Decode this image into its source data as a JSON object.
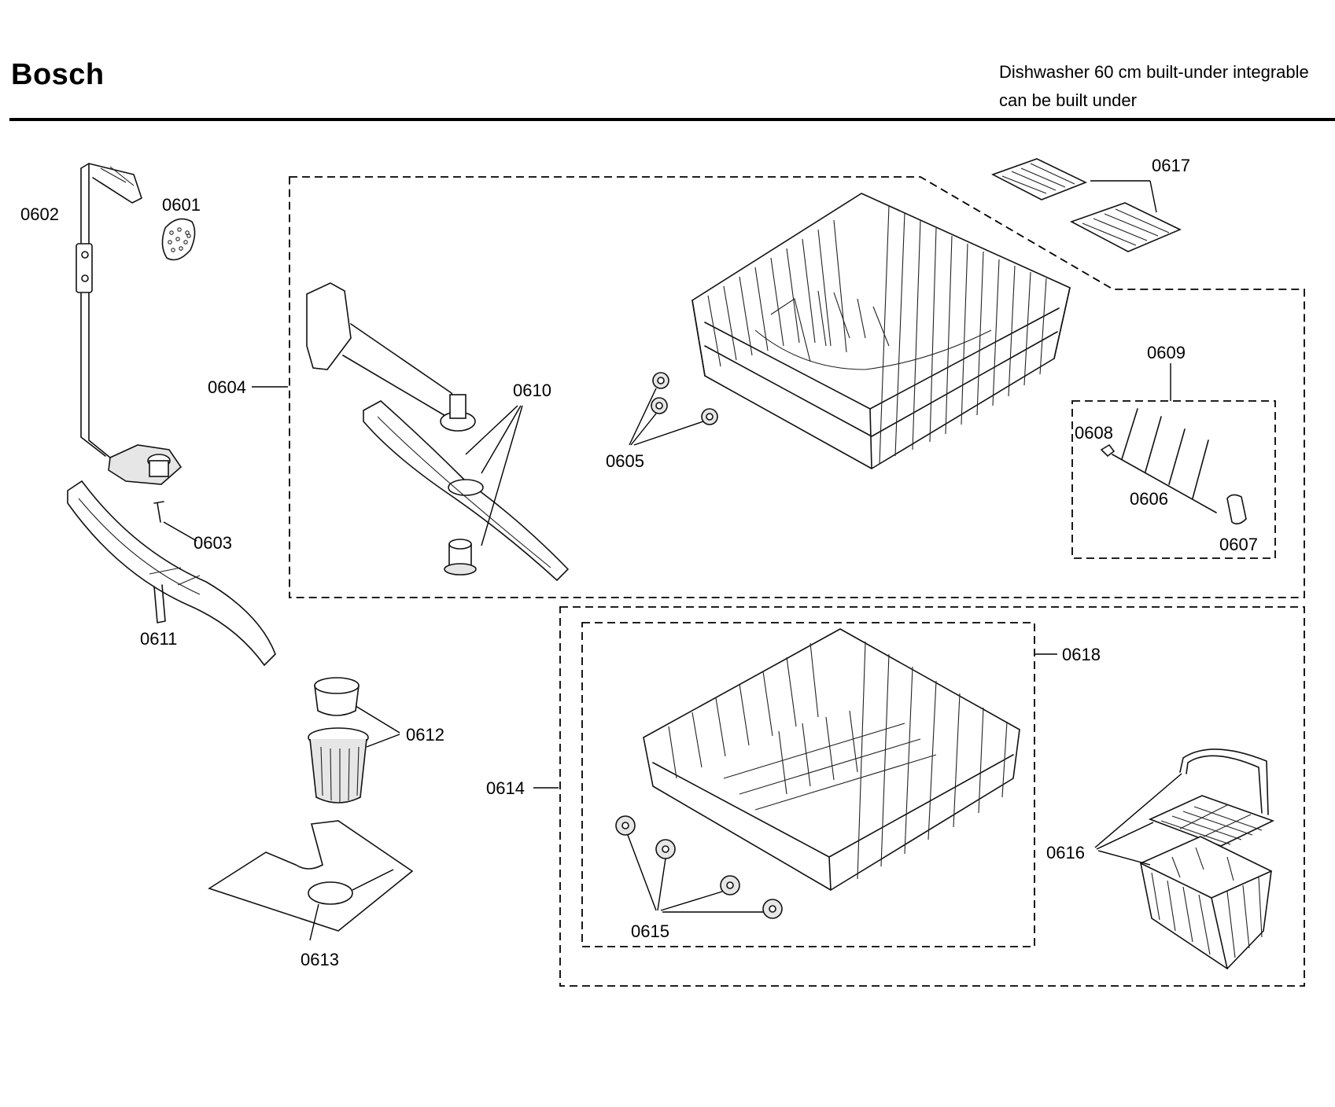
{
  "header": {
    "brand": "Bosch",
    "subtitle_line1": "Dishwasher 60 cm built-under integrable",
    "subtitle_line2": "can be built under"
  },
  "part_labels": {
    "p0601": "0601",
    "p0602": "0602",
    "p0603": "0603",
    "p0604": "0604",
    "p0605": "0605",
    "p0606": "0606",
    "p0607": "0607",
    "p0608": "0608",
    "p0609": "0609",
    "p0610": "0610",
    "p0611": "0611",
    "p0612": "0612",
    "p0613": "0613",
    "p0614": "0614",
    "p0615": "0615",
    "p0616": "0616",
    "p0617": "0617",
    "p0618": "0618"
  },
  "icons": {
    "spray_arm": "spray-arm-icon",
    "rack": "dish-rack-icon",
    "filter": "filter-icon",
    "basket": "cutlery-basket-icon",
    "wheel": "rack-wheel-icon"
  }
}
